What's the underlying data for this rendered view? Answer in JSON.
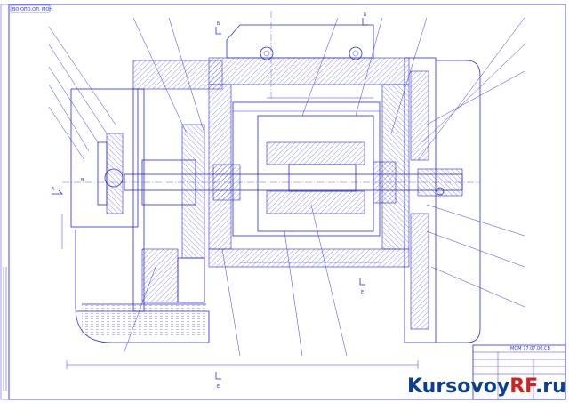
{
  "drawing": {
    "corner_stamp": "ВО ОПО.ОЛ. МОН",
    "title_block_code": "МОМ 77.07.00.СБ",
    "view_labels": [
      "А",
      "Б",
      "Б",
      "Е",
      "Е",
      "В"
    ],
    "colors": {
      "lines": "#2b2bd6",
      "paper": "#ffffff",
      "watermark_blue": "#0d3f8f",
      "watermark_red": "#d32020"
    }
  },
  "watermark": {
    "prefix": "Kursovoy",
    "accent": "RF",
    "suffix": ".ru"
  }
}
